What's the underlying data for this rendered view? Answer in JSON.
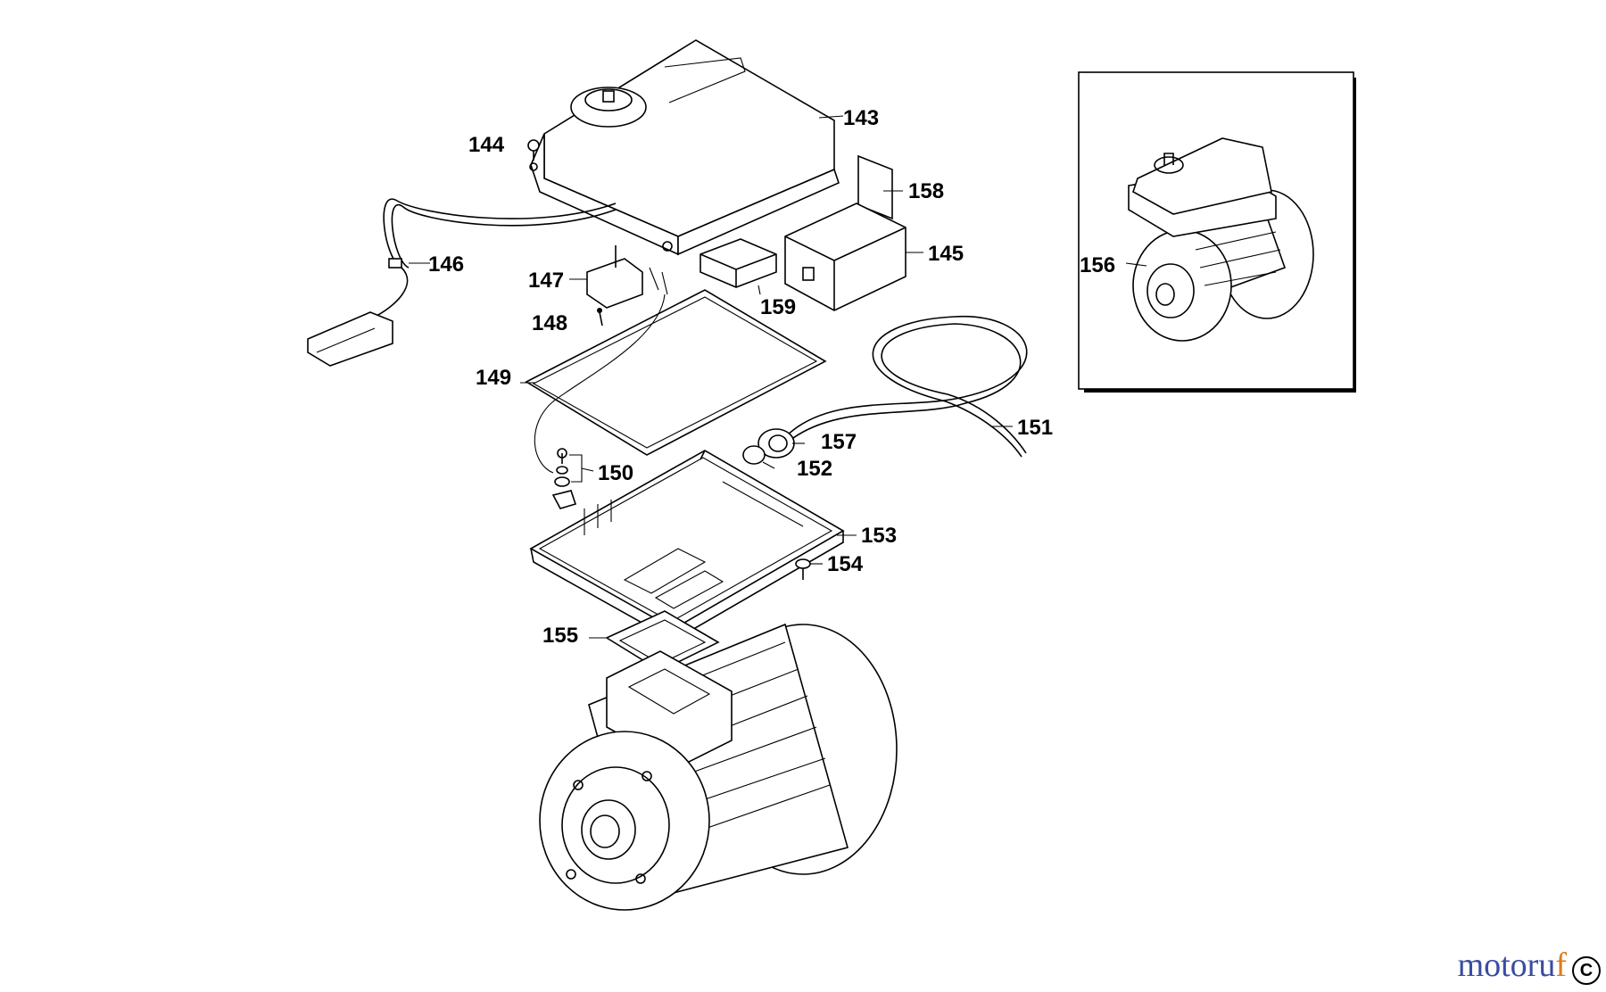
{
  "callouts": [
    {
      "id": "143",
      "label": "143"
    },
    {
      "id": "144",
      "label": "144"
    },
    {
      "id": "145",
      "label": "145"
    },
    {
      "id": "146",
      "label": "146"
    },
    {
      "id": "147",
      "label": "147"
    },
    {
      "id": "148",
      "label": "148"
    },
    {
      "id": "149",
      "label": "149"
    },
    {
      "id": "150",
      "label": "150"
    },
    {
      "id": "151",
      "label": "151"
    },
    {
      "id": "152",
      "label": "152"
    },
    {
      "id": "153",
      "label": "153"
    },
    {
      "id": "154",
      "label": "154"
    },
    {
      "id": "155",
      "label": "155"
    },
    {
      "id": "156",
      "label": "156"
    },
    {
      "id": "157",
      "label": "157"
    },
    {
      "id": "158",
      "label": "158"
    },
    {
      "id": "159",
      "label": "159"
    }
  ],
  "watermark": {
    "part1": "motoru",
    "part2": "f"
  },
  "copyright": "C",
  "colors": {
    "watermark_blue": "#3b4ca0",
    "watermark_orange": "#e07b1f",
    "line": "#000000",
    "background": "#ffffff"
  }
}
